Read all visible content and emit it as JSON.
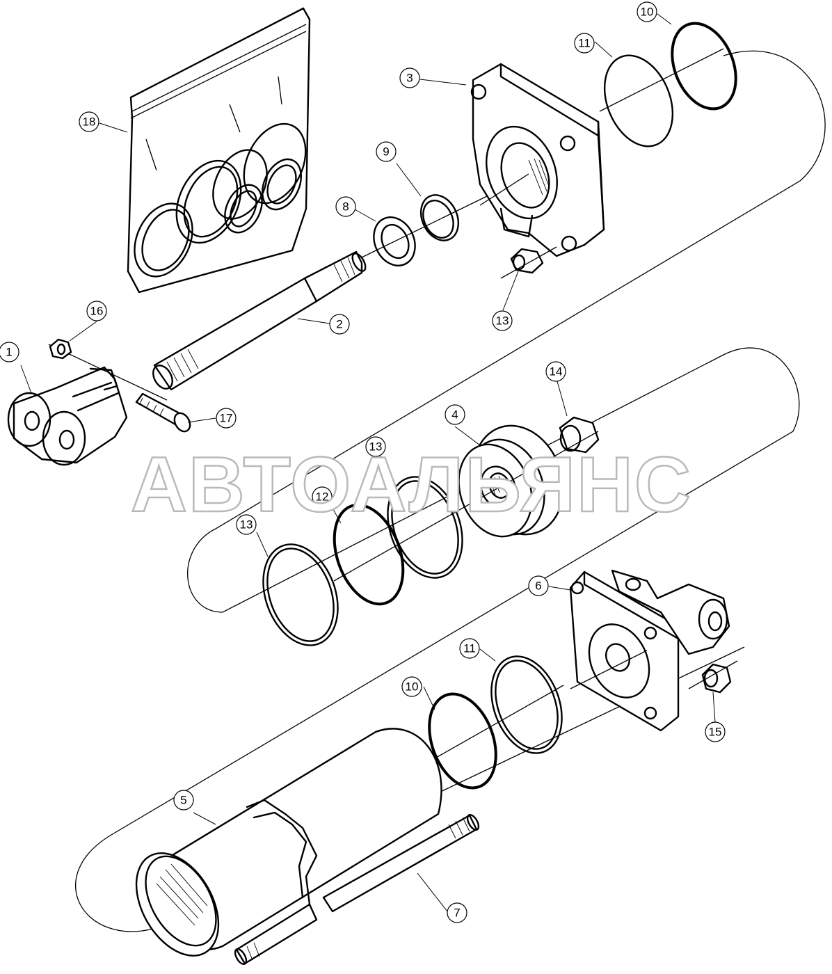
{
  "diagram": {
    "callouts": [
      {
        "id": "c1",
        "label": "1"
      },
      {
        "id": "c2",
        "label": "2"
      },
      {
        "id": "c3",
        "label": "3"
      },
      {
        "id": "c4",
        "label": "4"
      },
      {
        "id": "c5",
        "label": "5"
      },
      {
        "id": "c6",
        "label": "6"
      },
      {
        "id": "c7",
        "label": "7"
      },
      {
        "id": "c8",
        "label": "8"
      },
      {
        "id": "c9",
        "label": "9"
      },
      {
        "id": "c10a",
        "label": "10"
      },
      {
        "id": "c10b",
        "label": "10"
      },
      {
        "id": "c11a",
        "label": "11"
      },
      {
        "id": "c11b",
        "label": "11"
      },
      {
        "id": "c12",
        "label": "12"
      },
      {
        "id": "c13a",
        "label": "13"
      },
      {
        "id": "c13b",
        "label": "13"
      },
      {
        "id": "c13c",
        "label": "13"
      },
      {
        "id": "c14",
        "label": "14"
      },
      {
        "id": "c15",
        "label": "15"
      },
      {
        "id": "c16",
        "label": "16"
      },
      {
        "id": "c17",
        "label": "17"
      },
      {
        "id": "c18",
        "label": "18"
      }
    ]
  },
  "watermark": {
    "text": "АВТОАЛЬЯНС"
  }
}
